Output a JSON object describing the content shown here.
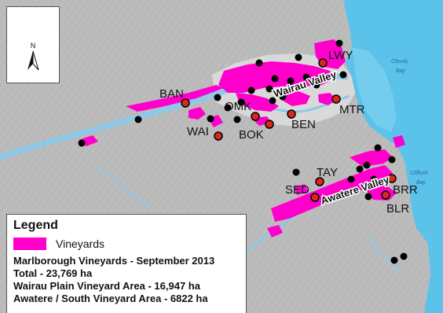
{
  "map": {
    "colors": {
      "sea": "#5bc3ea",
      "terrain": "#bcbcbc",
      "river": "#8ec9e8",
      "vineyards": "#ff00cc",
      "site_marker": "#000000",
      "key_site_marker": "#d8291c"
    },
    "north_arrow": {
      "label": "N",
      "icon": "north-arrow-icon"
    },
    "valley_labels": {
      "wairau": "Wairau Valley",
      "awatere": "Awatere Valley"
    },
    "water_labels": {
      "cloudy_bay_1": "Cloudy",
      "cloudy_bay_2": "Bay",
      "clifford_bay_1": "Clifford",
      "clifford_bay_2": "Bay"
    },
    "site_labels": [
      "LWY",
      "BAN",
      "OMK",
      "WAI",
      "BOK",
      "BEN",
      "MTR",
      "TAY",
      "SED",
      "BRR",
      "BLR"
    ]
  },
  "legend": {
    "title": "Legend",
    "item_label": "Vineyards",
    "lines": [
      "Marlborough Vineyards - September 2013",
      "Total -  23,769 ha",
      "Wairau Plain Vineyard Area - 16,947 ha",
      "Awatere / South Vineyard Area - 6822 ha"
    ]
  }
}
